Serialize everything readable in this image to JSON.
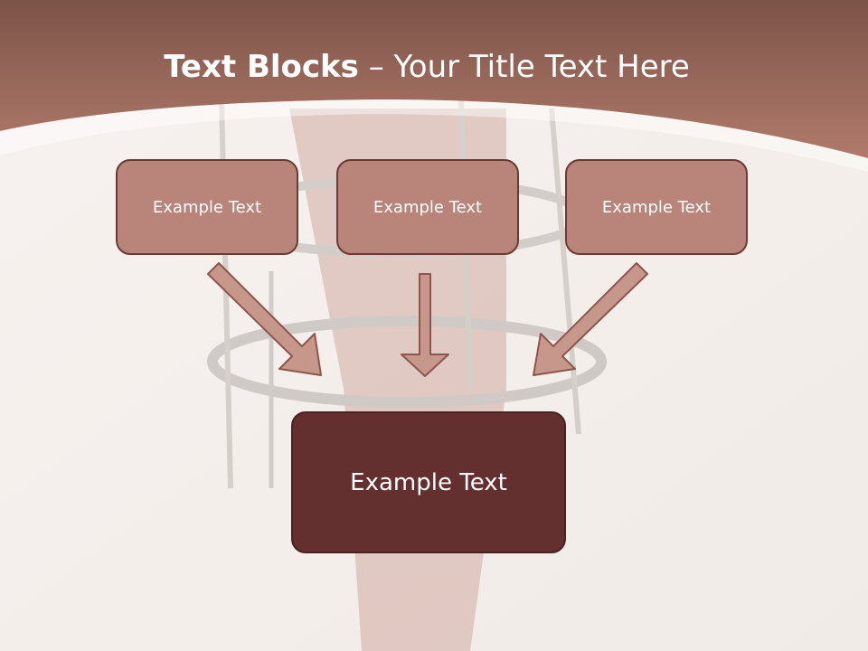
{
  "slide": {
    "title_bold": "Text Blocks",
    "title_dash": " – ",
    "title_rest": "Your Title Text Here",
    "top_boxes": [
      {
        "label": "Example Text"
      },
      {
        "label": "Example Text"
      },
      {
        "label": "Example Text"
      }
    ],
    "bottom_box": {
      "label": "Example Text"
    }
  },
  "colors": {
    "header": "#a97666",
    "box_fill": "#b98479",
    "box_border": "#6b3a33",
    "bottom_fill": "#642f2f",
    "arrow_fill": "#c7978b",
    "arrow_stroke": "#8c564c"
  },
  "background_image": "orthopedic-external-fixator-on-leg"
}
